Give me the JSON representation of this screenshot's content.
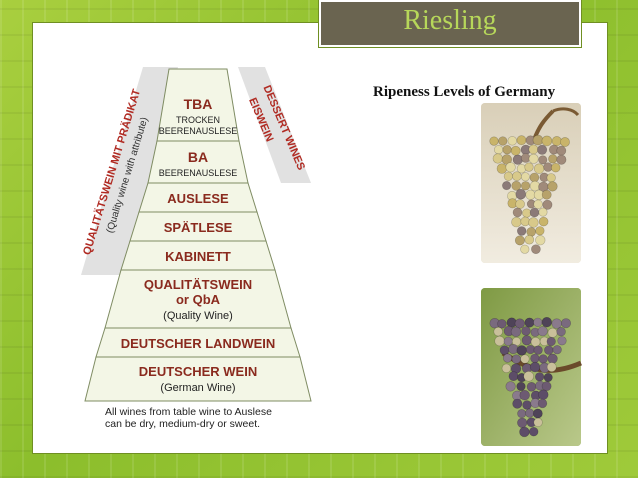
{
  "slide": {
    "title": "Riesling",
    "subtitle": "Ripeness Levels of Germany"
  },
  "pyramid": {
    "levels": [
      {
        "name": "TBA",
        "sub": [
          "TROCKEN",
          "BEERENAUSLESE"
        ]
      },
      {
        "name": "BA",
        "sub": [
          "BEERENAUSLESE"
        ]
      },
      {
        "name": "AUSLESE",
        "sub": []
      },
      {
        "name": "SPÄTLESE",
        "sub": []
      },
      {
        "name": "KABINETT",
        "sub": []
      },
      {
        "name": "QUALITÄTSWEIN",
        "name2": "or QbA",
        "sub": [
          "(Quality Wine)"
        ]
      },
      {
        "name": "DEUTSCHER LANDWEIN",
        "sub": []
      },
      {
        "name": "DEUTSCHER WEIN",
        "sub": [
          "(German Wine)"
        ]
      }
    ],
    "left_bracket": {
      "line1": "QUALITÄTSWEIN MIT PRÄDIKAT",
      "line2": "(Quality wine with attribute)"
    },
    "right_bracket": {
      "line1": "DESSERT WINES",
      "line2": "EISWEIN"
    },
    "footnote": [
      "All wines from table wine to Auslese",
      "can be dry, medium-dry or sweet."
    ]
  },
  "colors": {
    "pyramid_fill": "#f3f6e6",
    "pyramid_stroke": "#7f8c63",
    "level_text": "#8a2a1e",
    "bracket_text": "#b02a22",
    "bracket_bg": "#d9d9d9",
    "title_bg": "#6a6450",
    "title_text": "#b7d75a"
  },
  "images": [
    {
      "name": "white-riesling-grapes-photo"
    },
    {
      "name": "botrytized-riesling-grapes-photo"
    }
  ]
}
